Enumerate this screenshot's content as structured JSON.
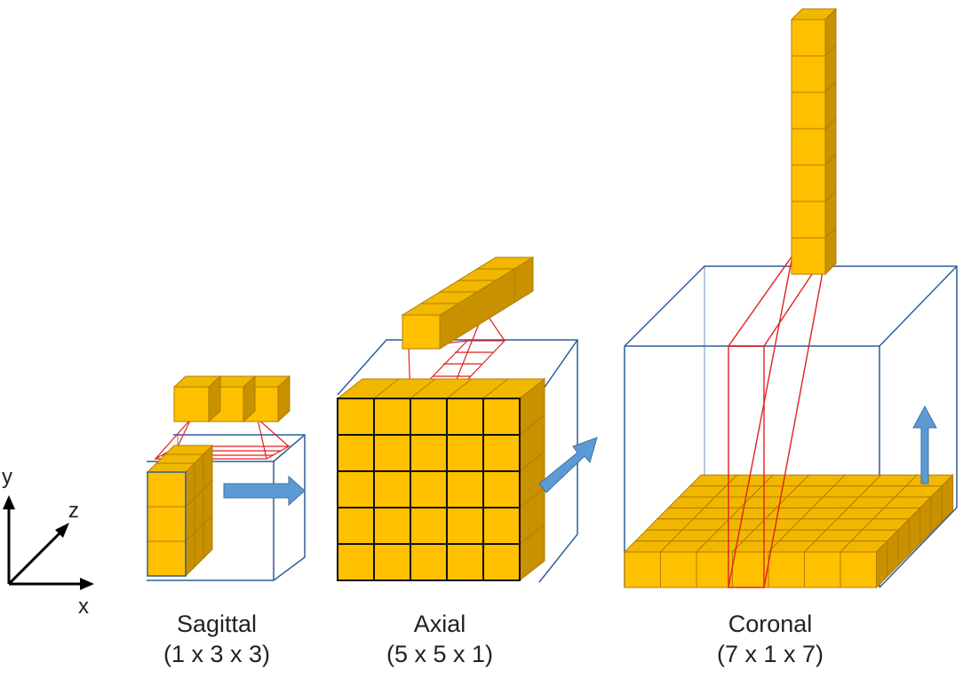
{
  "axes": {
    "x": "x",
    "y": "y",
    "z": "z"
  },
  "views": [
    {
      "name": "Sagittal",
      "dims": "(1 x 3 x 3)"
    },
    {
      "name": "Axial",
      "dims": "(5 x 5 x 1)"
    },
    {
      "name": "Coronal",
      "dims": "(7 x 1 x 7)"
    }
  ],
  "colors": {
    "voxel_front": "#FFC000",
    "voxel_top": "#F2B800",
    "voxel_side": "#C79100",
    "voxel_edge": "#B07D00",
    "cube_outline": "#2E5D9A",
    "kernel_lines": "#E02020",
    "arrow": "#5B9BD5"
  }
}
